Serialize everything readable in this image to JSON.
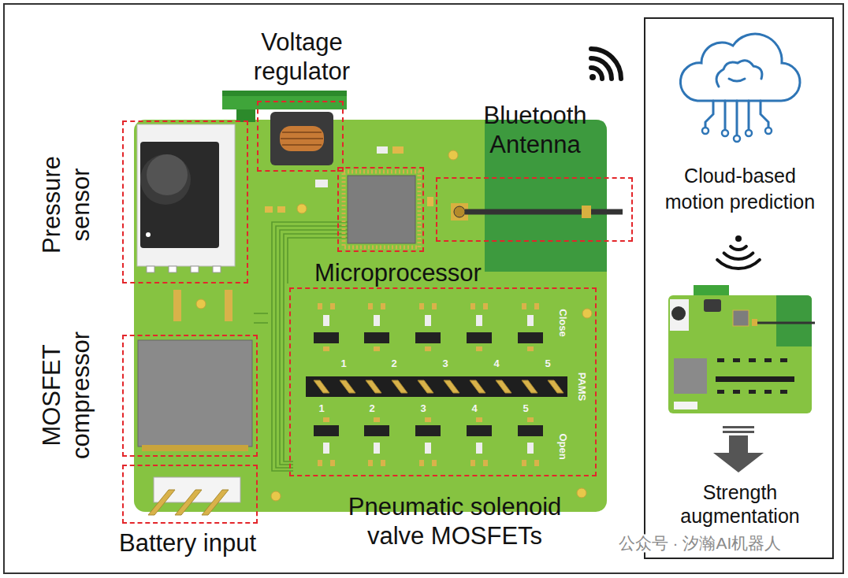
{
  "diagram": {
    "nodes": [
      {
        "text": [
          "Voltage regulator"
        ]
      },
      {
        "text": [
          "Bluetooth Antenna"
        ]
      },
      {
        "text": [
          "Pressure sensor"
        ]
      },
      {
        "text": [
          "Microprocessor"
        ]
      },
      {
        "text": [
          "MOSFET compressor"
        ]
      },
      {
        "text": [
          "Pneumatic solenoid valve MOSFETs"
        ]
      },
      {
        "text": [
          "Battery input"
        ]
      },
      {
        "text": [
          "Cloud-based motion prediction",
          "Strength augmentation"
        ]
      }
    ],
    "labels": [
      "1",
      "2",
      "3",
      "4",
      "5",
      "Close",
      "PAMS",
      "1",
      "2",
      "3",
      "4",
      "5",
      "Open",
      "公众号 · 汐瀚AI机器人"
    ]
  }
}
